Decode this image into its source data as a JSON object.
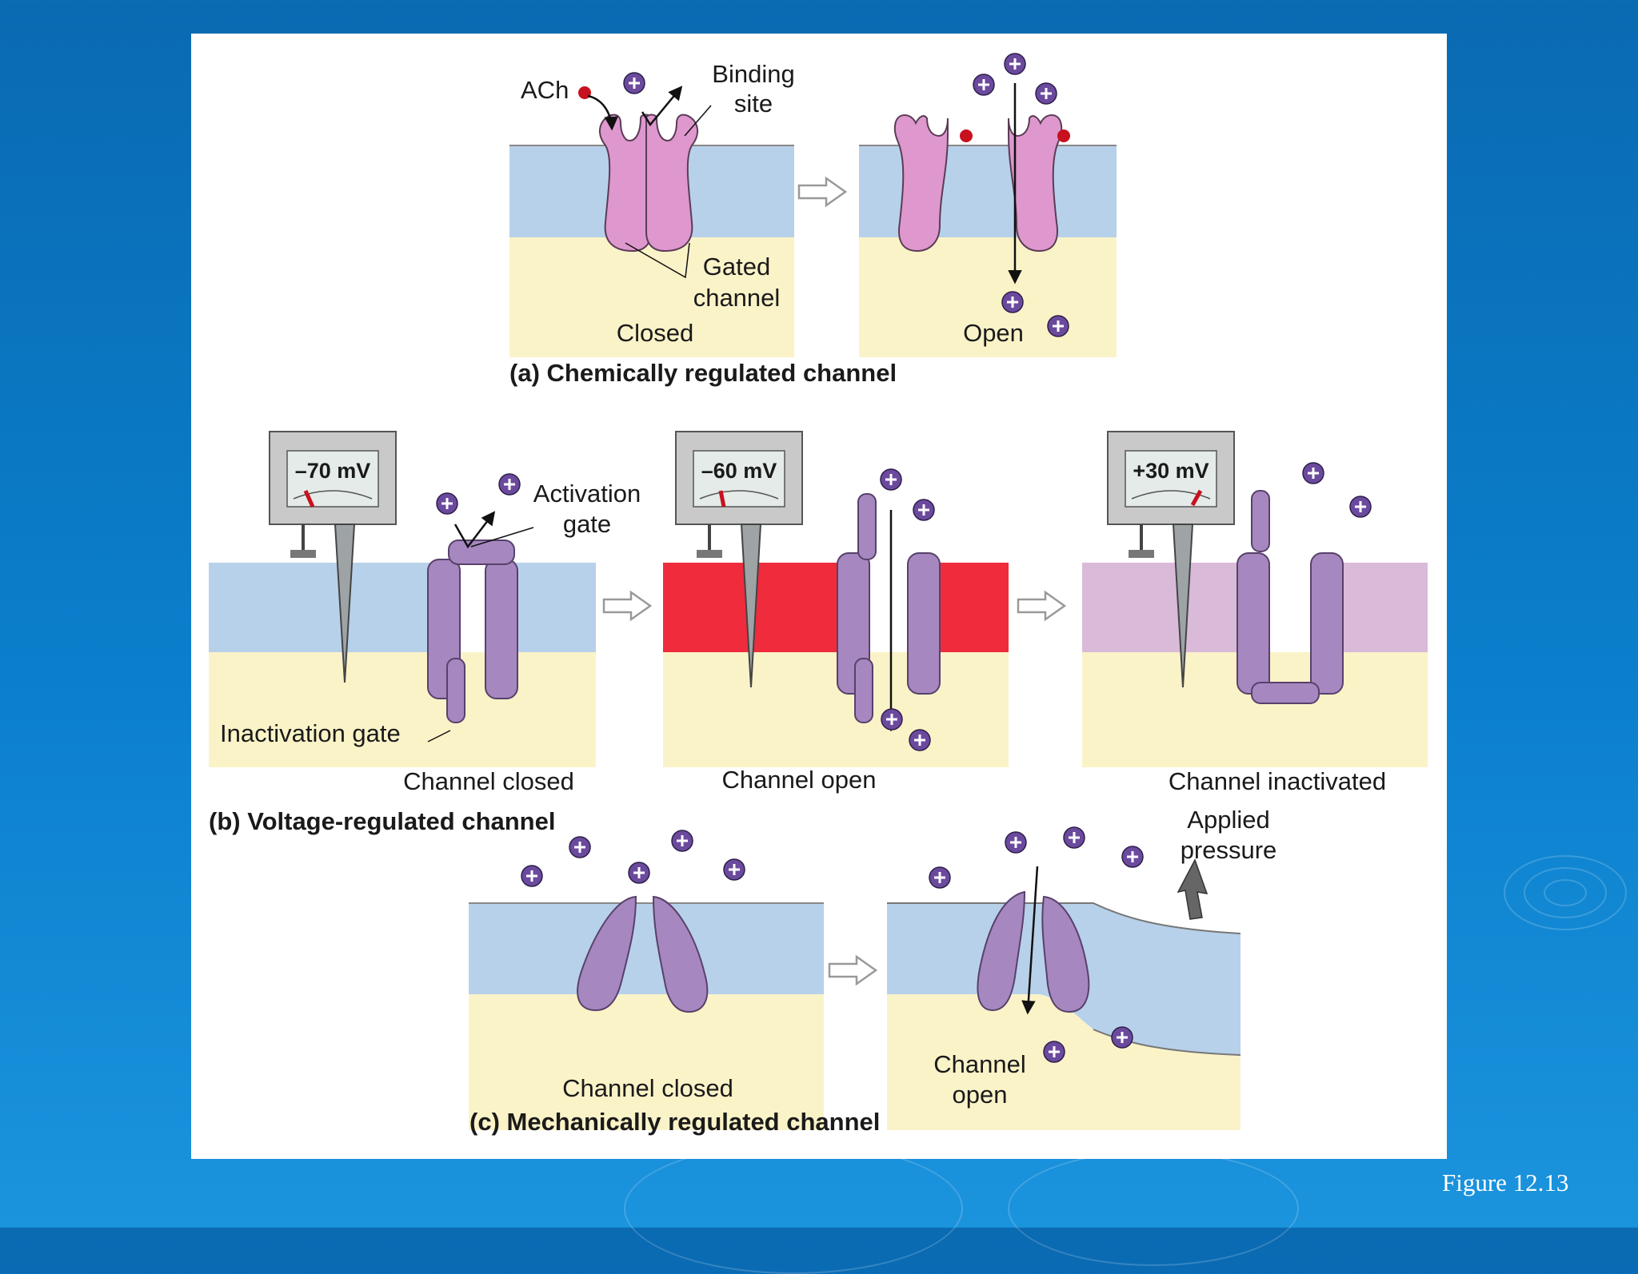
{
  "theme": {
    "extracellular": "#b8d1ea",
    "cytoplasm": "#fbf3c8",
    "membrane_depolarized": "#f02b3c",
    "membrane_inactivated": "#d9bad9",
    "chemical_channel": "#de98ce",
    "voltage_channel": "#a787bf",
    "ligand": "#c8101e",
    "ion": "#6b4a9e"
  },
  "panel_a": {
    "caption": "(a) Chemically regulated channel",
    "ach_label": "ACh",
    "binding_site_line1": "Binding",
    "binding_site_line2": "site",
    "gated_channel_line1": "Gated",
    "gated_channel_line2": "channel",
    "closed_label": "Closed",
    "open_label": "Open"
  },
  "panel_b": {
    "caption": "(b) Voltage-regulated channel",
    "meter1_reading": "–70 mV",
    "meter2_reading": "–60 mV",
    "meter3_reading": "+30 mV",
    "activation_gate_line1": "Activation",
    "activation_gate_line2": "gate",
    "inactivation_gate_label": "Inactivation gate",
    "closed_label": "Channel closed",
    "open_label": "Channel open",
    "inactivated_label": "Channel inactivated"
  },
  "panel_c": {
    "caption": "(c) Mechanically regulated channel",
    "applied_pressure_line1": "Applied",
    "applied_pressure_line2": "pressure",
    "closed_label": "Channel closed",
    "open_line1": "Channel",
    "open_line2": "open"
  },
  "figure_number": "Figure 12.13"
}
